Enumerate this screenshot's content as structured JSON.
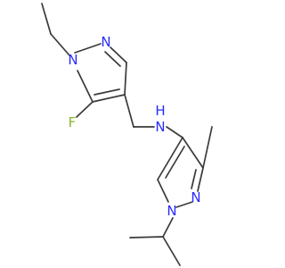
{
  "diagram": {
    "type": "skeletal-structure",
    "colors": {
      "bond": "#3a3a3a",
      "nitrogen": "#2a2aff",
      "fluorine": "#8bb432",
      "background": "#ffffff"
    },
    "atoms": [
      {
        "id": "N1a",
        "label": "N",
        "element": "N"
      },
      {
        "id": "N2a",
        "label": "N",
        "element": "N"
      },
      {
        "id": "F",
        "label": "F",
        "element": "F"
      },
      {
        "id": "NH",
        "label": "N",
        "h_label": "H",
        "element": "N"
      },
      {
        "id": "N2b",
        "label": "N",
        "element": "N"
      },
      {
        "id": "N1b",
        "label": "N",
        "element": "N"
      }
    ]
  }
}
